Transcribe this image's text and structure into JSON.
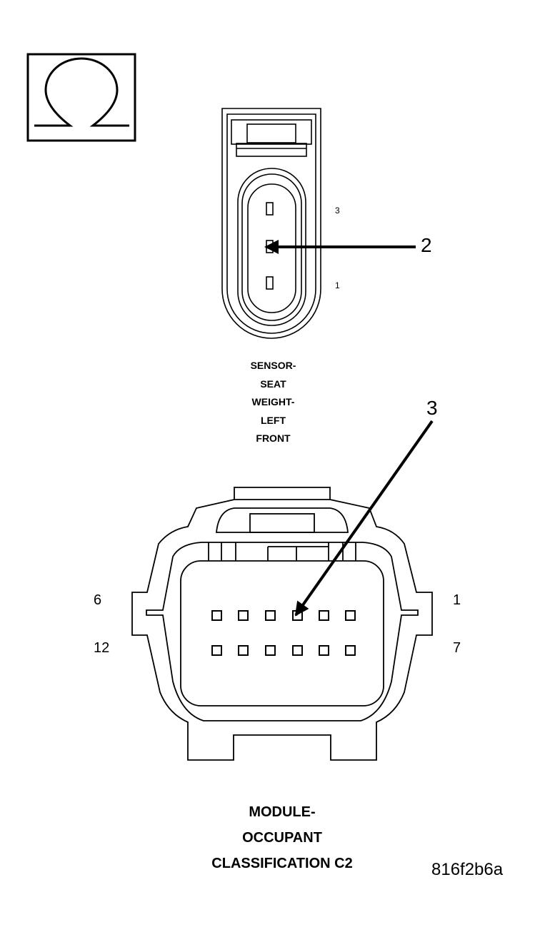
{
  "symbol": {
    "icon": "ohm-icon"
  },
  "sensor_connector": {
    "pin_top": "3",
    "pin_bottom": "1",
    "callout": "2",
    "caption": [
      "SENSOR-",
      "SEAT",
      "WEIGHT-",
      "LEFT",
      "FRONT"
    ]
  },
  "module_connector": {
    "pin_labels": {
      "top_left": "6",
      "top_right": "1",
      "bottom_left": "12",
      "bottom_right": "7"
    },
    "callout": "3",
    "caption": [
      "MODULE-",
      "OCCUPANT",
      "CLASSIFICATION C2"
    ]
  },
  "figure_code": "816f2b6a"
}
